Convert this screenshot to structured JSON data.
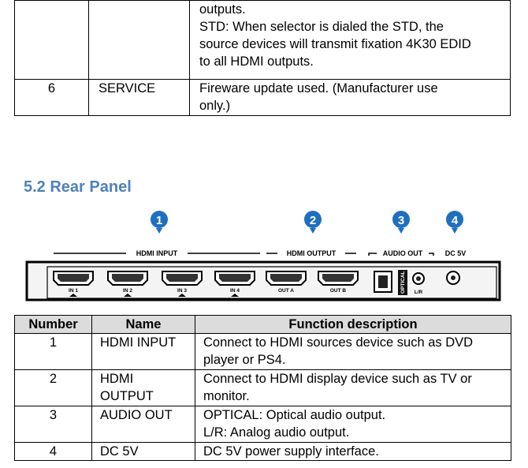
{
  "top_table": {
    "cont_lines": [
      "outputs.",
      "STD: When selector is dialed the STD, the",
      "source devices will transmit fixation 4K30 EDID",
      "to all HDMI outputs."
    ],
    "row6": {
      "number": "6",
      "name": "SERVICE",
      "desc_lines": [
        "Fireware update used. (Manufacturer use",
        "only.)"
      ]
    }
  },
  "section_heading": "5.2 Rear Panel",
  "rear_panel": {
    "callouts": [
      "1",
      "2",
      "3",
      "4"
    ],
    "group_labels": [
      "HDMI INPUT",
      "HDMI OUTPUT",
      "AUDIO OUT",
      "DC 5V"
    ],
    "port_labels": [
      "IN 1",
      "IN 2",
      "IN 3",
      "IN 4",
      "OUT A",
      "OUT B"
    ],
    "optical_label": "OPTICAL",
    "lr_label": "L/R"
  },
  "function_table": {
    "headers": [
      "Number",
      "Name",
      "Function description"
    ],
    "rows": [
      {
        "number": "1",
        "name_lines": [
          "HDMI INPUT"
        ],
        "desc_lines": [
          "Connect to HDMI sources device such as DVD",
          "player or PS4."
        ]
      },
      {
        "number": "2",
        "name_lines": [
          "HDMI",
          "OUTPUT"
        ],
        "desc_lines": [
          "Connect to HDMI display device such as TV or",
          "monitor."
        ]
      },
      {
        "number": "3",
        "name_lines": [
          "AUDIO OUT"
        ],
        "desc_lines": [
          "OPTICAL: Optical audio output.",
          "L/R: Analog audio output."
        ]
      },
      {
        "number": "4",
        "name_lines": [
          "DC 5V"
        ],
        "desc_lines": [
          "DC 5V power supply interface."
        ]
      }
    ]
  }
}
